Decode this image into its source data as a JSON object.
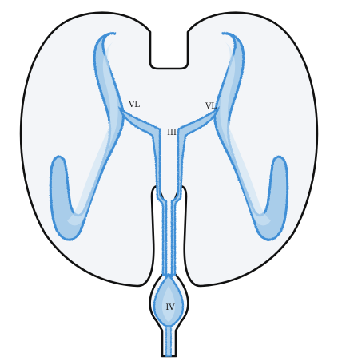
{
  "labels": {
    "lateral_left": "VL",
    "lateral_right": "VL",
    "third": "III",
    "fourth": "IV"
  },
  "colors": {
    "outline": "#111111",
    "brain_fill": "#f3f5f8",
    "ventricle_fill": "#a9cdea",
    "ventricle_edge": "#3f8fd6",
    "ventricle_core": "#cfe3f3"
  }
}
